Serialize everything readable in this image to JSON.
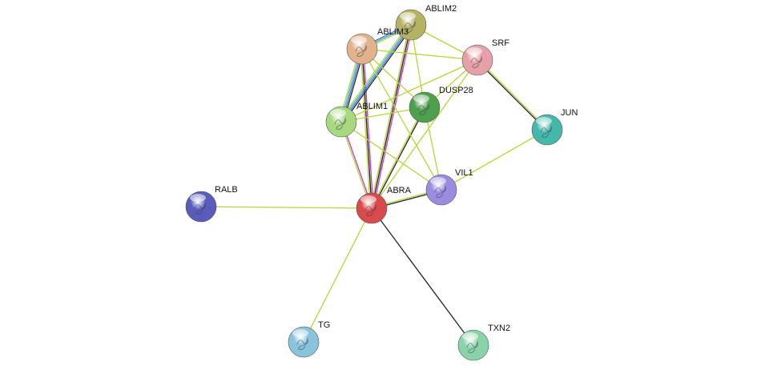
{
  "network": {
    "nodes": [
      {
        "id": "ABRA",
        "label": "ABRA",
        "color": "#d94a4a",
        "query": true
      },
      {
        "id": "ABLIM2",
        "label": "ABLIM2",
        "color": "#b6b264"
      },
      {
        "id": "ABLIM3",
        "label": "ABLIM3",
        "color": "#e0b38c"
      },
      {
        "id": "SRF",
        "label": "SRF",
        "color": "#e8a0a8"
      },
      {
        "id": "DUSP28",
        "label": "DUSP28",
        "color": "#4ea04e"
      },
      {
        "id": "ABLIM1",
        "label": "ABLIM1",
        "color": "#a8d880"
      },
      {
        "id": "JUN",
        "label": "JUN",
        "color": "#44b8aa"
      },
      {
        "id": "VIL1",
        "label": "VIL1",
        "color": "#9c8ce0"
      },
      {
        "id": "RALB",
        "label": "RALB",
        "color": "#5a5cbc"
      },
      {
        "id": "TG",
        "label": "TG",
        "color": "#88c4dc"
      },
      {
        "id": "TXN2",
        "label": "TXN2",
        "color": "#88d4a8"
      }
    ],
    "edge_colors": {
      "textmining": "#b6d63a",
      "coexpression": "#222222",
      "experiments": "#cc33cc",
      "database": "#33b6d6",
      "homology": "#5566cc"
    },
    "edges": [
      {
        "a": "ABRA",
        "b": "ABLIM2",
        "types": [
          "textmining",
          "coexpression",
          "experiments"
        ]
      },
      {
        "a": "ABRA",
        "b": "ABLIM3",
        "types": [
          "textmining",
          "coexpression",
          "experiments"
        ]
      },
      {
        "a": "ABRA",
        "b": "ABLIM1",
        "types": [
          "textmining",
          "experiments"
        ]
      },
      {
        "a": "ABRA",
        "b": "DUSP28",
        "types": [
          "textmining",
          "coexpression"
        ]
      },
      {
        "a": "ABRA",
        "b": "VIL1",
        "types": [
          "textmining",
          "coexpression"
        ]
      },
      {
        "a": "ABRA",
        "b": "SRF",
        "types": [
          "textmining"
        ]
      },
      {
        "a": "ABRA",
        "b": "RALB",
        "types": [
          "textmining"
        ]
      },
      {
        "a": "ABRA",
        "b": "TG",
        "types": [
          "textmining"
        ]
      },
      {
        "a": "ABRA",
        "b": "TXN2",
        "types": [
          "coexpression"
        ]
      },
      {
        "a": "ABLIM1",
        "b": "ABLIM2",
        "types": [
          "textmining",
          "database",
          "homology",
          "coexpression"
        ]
      },
      {
        "a": "ABLIM1",
        "b": "ABLIM3",
        "types": [
          "textmining",
          "database",
          "homology",
          "coexpression"
        ]
      },
      {
        "a": "ABLIM2",
        "b": "ABLIM3",
        "types": [
          "textmining",
          "database",
          "homology"
        ]
      },
      {
        "a": "ABLIM2",
        "b": "SRF",
        "types": [
          "textmining"
        ]
      },
      {
        "a": "ABLIM3",
        "b": "SRF",
        "types": [
          "textmining"
        ]
      },
      {
        "a": "ABLIM1",
        "b": "SRF",
        "types": [
          "textmining"
        ]
      },
      {
        "a": "ABLIM2",
        "b": "DUSP28",
        "types": [
          "textmining"
        ]
      },
      {
        "a": "ABLIM3",
        "b": "DUSP28",
        "types": [
          "textmining"
        ]
      },
      {
        "a": "ABLIM1",
        "b": "DUSP28",
        "types": [
          "textmining"
        ]
      },
      {
        "a": "ABLIM1",
        "b": "VIL1",
        "types": [
          "textmining"
        ]
      },
      {
        "a": "ABLIM3",
        "b": "VIL1",
        "types": [
          "textmining"
        ]
      },
      {
        "a": "DUSP28",
        "b": "VIL1",
        "types": [
          "textmining"
        ]
      },
      {
        "a": "DUSP28",
        "b": "SRF",
        "types": [
          "textmining"
        ]
      },
      {
        "a": "SRF",
        "b": "JUN",
        "types": [
          "textmining",
          "coexpression"
        ]
      },
      {
        "a": "VIL1",
        "b": "JUN",
        "types": [
          "textmining"
        ]
      }
    ]
  }
}
